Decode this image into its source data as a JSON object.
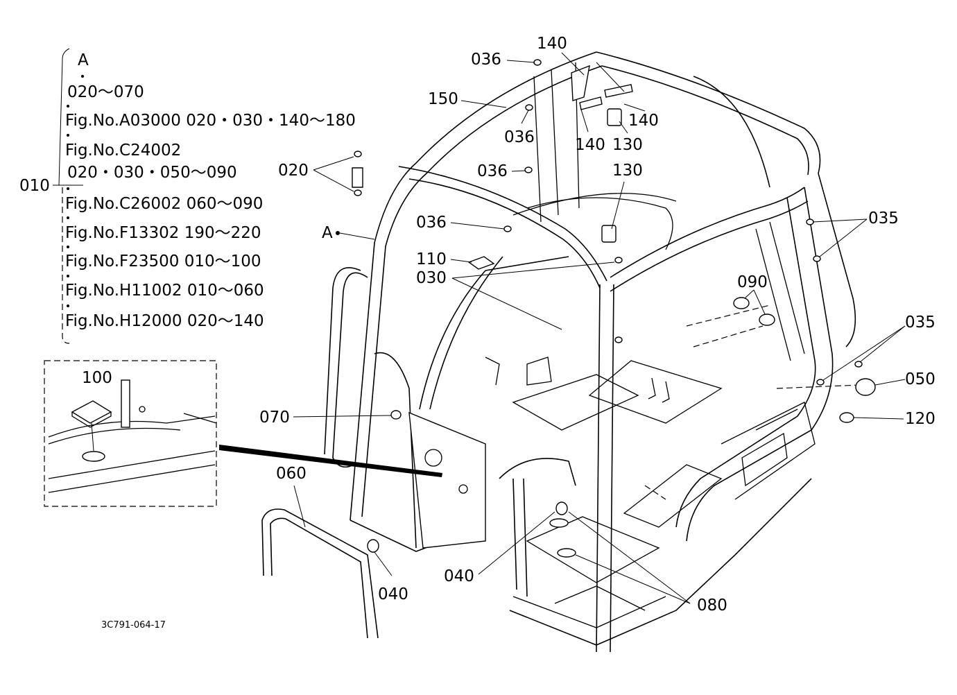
{
  "callouts": {
    "c036a": "036",
    "c140a": "140",
    "c150": "150",
    "c036b": "036",
    "c140b": "140",
    "c140c": "140",
    "c130a": "130",
    "c020": "020",
    "c036c": "036",
    "c130b": "130",
    "c036d": "036",
    "c035a": "035",
    "cA": "A",
    "c110": "110",
    "c030": "030",
    "c090": "090",
    "c035b": "035",
    "c050": "050",
    "c100": "100",
    "c070": "070",
    "c120": "120",
    "c060": "060",
    "c040a": "040",
    "c040b": "040",
    "c080": "080",
    "c010": "010"
  },
  "legend": {
    "header": "A",
    "lines": [
      "020～070",
      "Fig.No.A03000 020・030・140～180",
      "Fig.No.C24002",
      "020・030・050～090",
      "Fig.No.C26002 060～090",
      "Fig.No.F13302  190～220",
      "Fig.No.F23500 010～100",
      "Fig.No.H11002 010～060",
      "Fig.No.H12000 020～140"
    ]
  },
  "drawing_code": "3C791-064-17"
}
